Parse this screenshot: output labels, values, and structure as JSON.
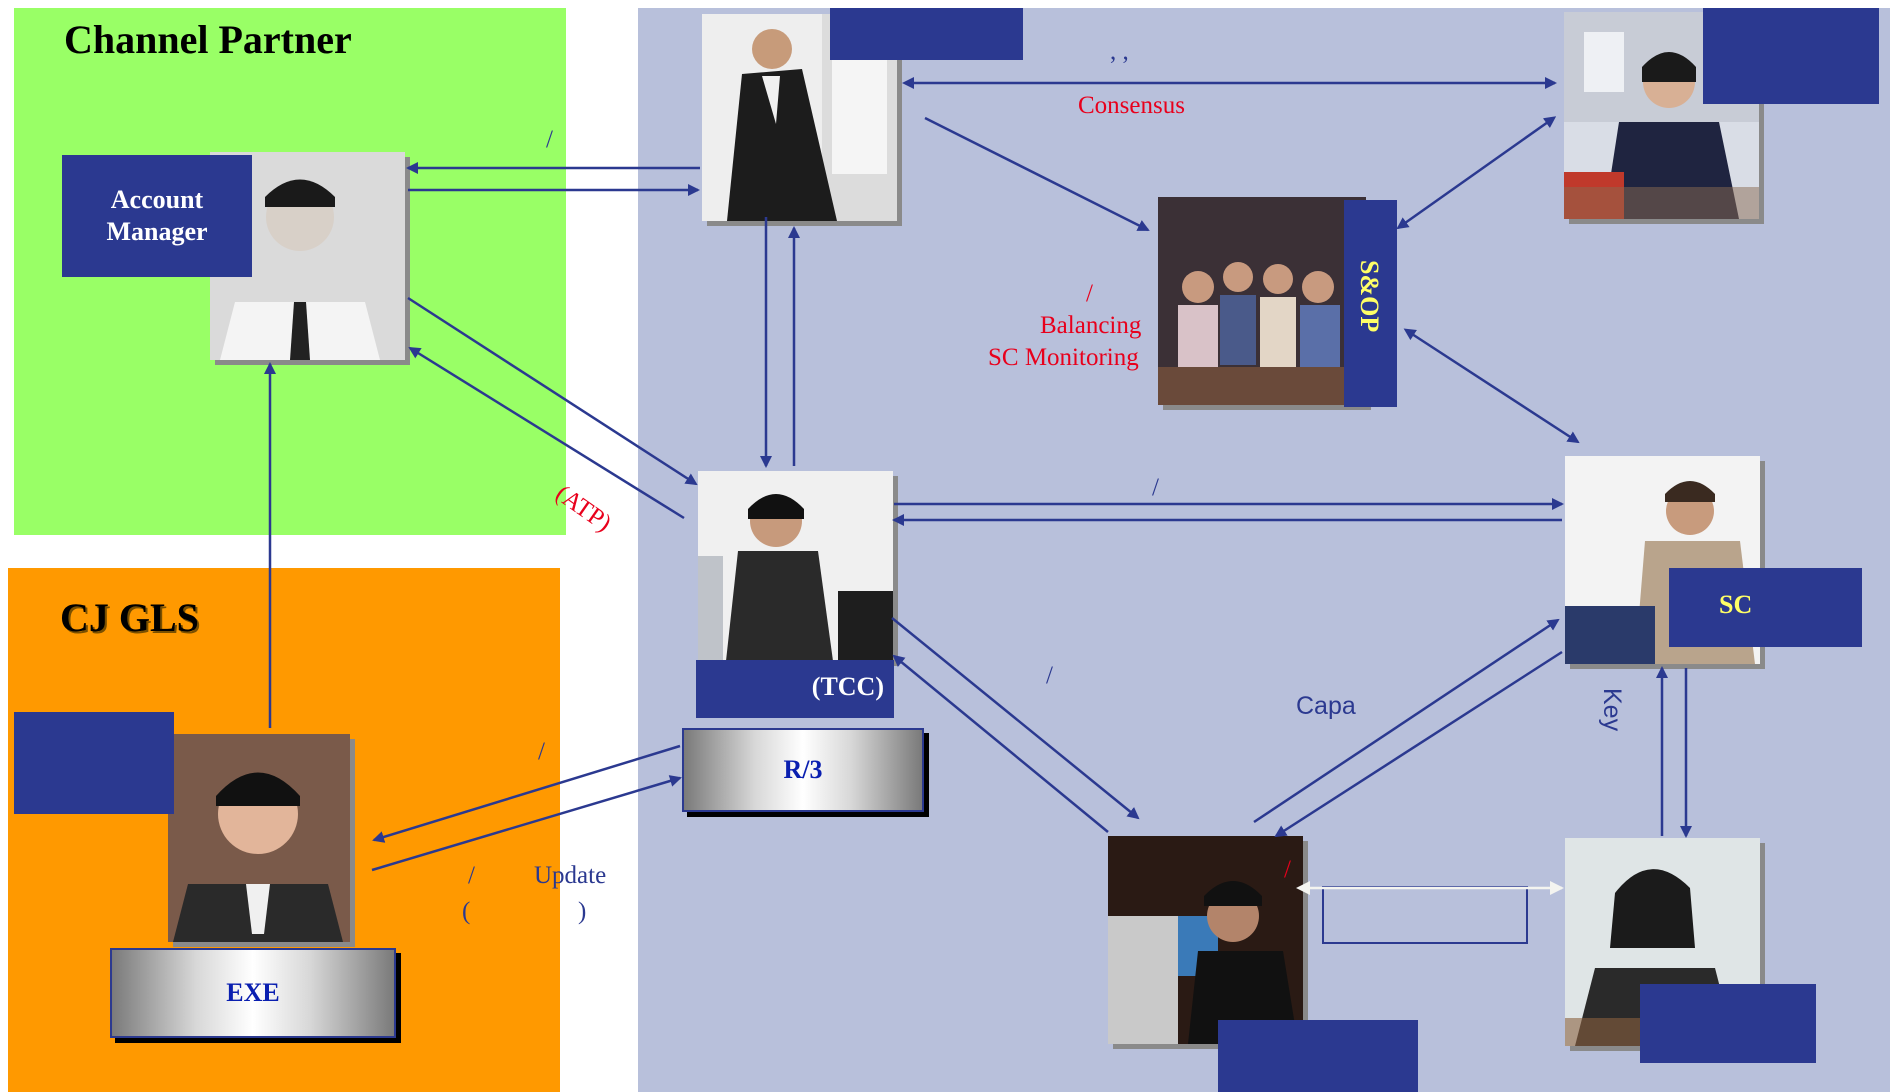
{
  "regions": {
    "channel_partner": "Channel Partner",
    "cj_gls": "CJ GLS"
  },
  "people": {
    "account_manager": "Account\nManager",
    "tcc": "(TCC)",
    "sop": "S&OP",
    "sc": "SC"
  },
  "systems": {
    "r3": "R/3",
    "exe": "EXE"
  },
  "labels": {
    "comma_marks": ",          ,",
    "consensus": "Consensus",
    "slash_top_left": "/",
    "slash_balancing": "/",
    "balancing": "Balancing",
    "sc_monitoring": "SC Monitoring",
    "atp": "(ATP)",
    "slash_tcc_sc": "/",
    "slash_tcc_bottom": "/",
    "capa": "Capa",
    "key": "Key",
    "slash_orange": "/",
    "slash_update": "/",
    "update": "Update",
    "paren_open": "(",
    "paren_close": ")",
    "slash_red_bottom": "/"
  },
  "colors": {
    "green": "#99ff66",
    "orange": "#ff9900",
    "blue_region": "#b8c0db",
    "navy": "#2b3990",
    "arrow": "#2b3990",
    "red_text": "#e8001c",
    "yellow_text": "#ffff66"
  }
}
